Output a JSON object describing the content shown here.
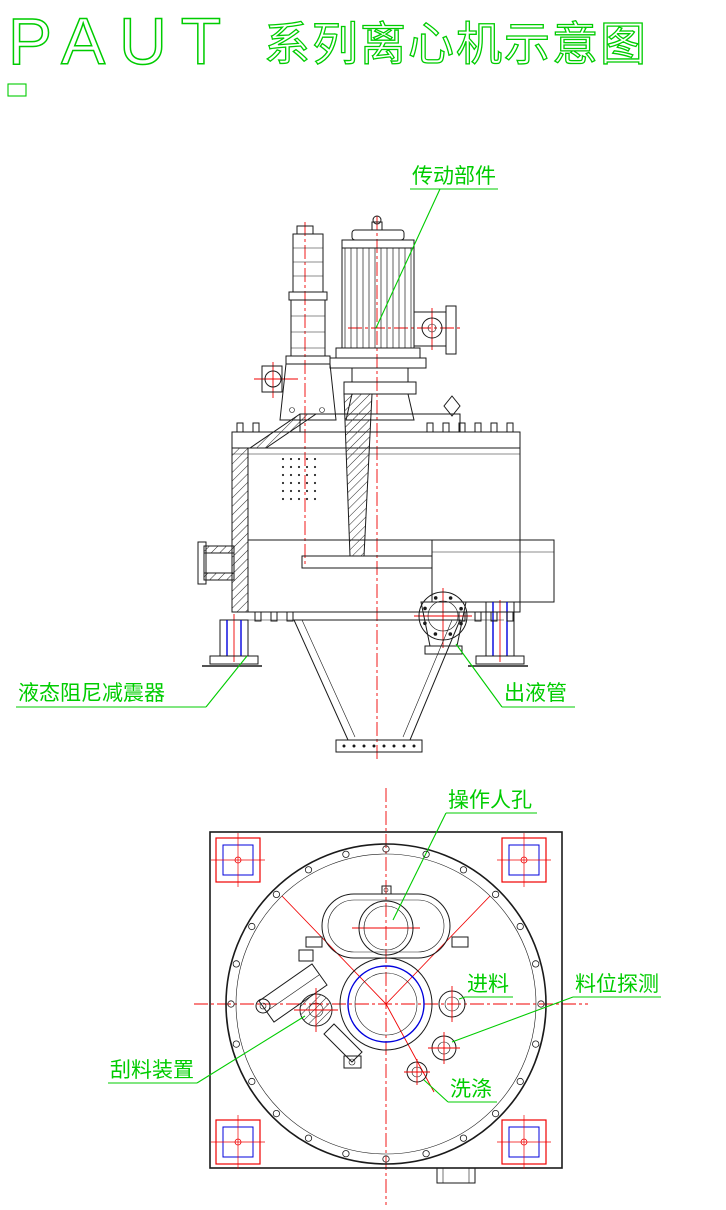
{
  "title": {
    "latin": "PAUT",
    "chinese": "系列离心机示意图"
  },
  "labels": {
    "transmission": "传动部件",
    "damper": "液态阻尼减震器",
    "outlet": "出液管",
    "manhole": "操作人孔",
    "feed": "进料",
    "level_detect": "料位探测",
    "scraper": "刮料装置",
    "washing": "洗涤"
  },
  "colors": {
    "annotation_green": "#00cc00",
    "centerline_red": "#f00000",
    "detail_blue": "#0000dd",
    "line_black": "#1a1a1a",
    "background": "#ffffff"
  }
}
